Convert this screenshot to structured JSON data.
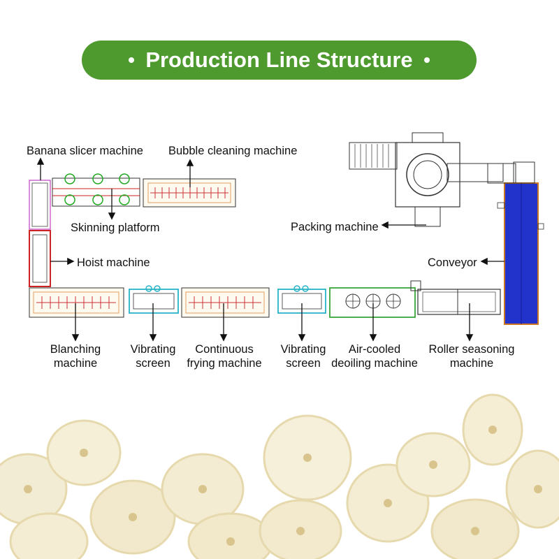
{
  "title": "Production Line Structure",
  "colors": {
    "banner": "#4e9a2e",
    "lineGreen": "#3aa63a",
    "frame": "#333333",
    "conveyorBlue": "#2233cc",
    "hoist": "#cc2222",
    "cyan": "#27b3c8",
    "beige": "#e8c78a"
  },
  "labels": {
    "banana_slicer": "Banana slicer machine",
    "bubble_cleaning": "Bubble cleaning machine",
    "skinning_platform": "Skinning platform",
    "hoist": "Hoist machine",
    "packing": "Packing machine",
    "conveyor": "Conveyor",
    "blanching": [
      "Blanching",
      "machine"
    ],
    "vibrating_screen_1": [
      "Vibrating",
      "screen"
    ],
    "continuous_frying": [
      "Continuous",
      "frying machine"
    ],
    "vibrating_screen_2": [
      "Vibrating",
      "screen"
    ],
    "air_cooled": [
      "Air-cooled",
      "deoiling machine"
    ],
    "roller_seasoning": [
      "Roller seasoning",
      "machine"
    ]
  }
}
